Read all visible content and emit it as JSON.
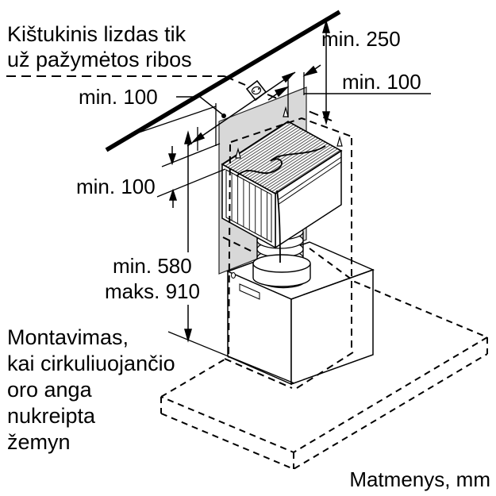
{
  "notes": {
    "socket_note": {
      "line1": "Kištukinis lizdas tik",
      "line2": "už pažymėtos ribos"
    },
    "mounting_note": {
      "line1": "Montavimas,",
      "line2": "kai cirkuliuojančio",
      "line3": "oro anga",
      "line4": "nukreipta",
      "line5": "žemyn"
    },
    "units_note": "Matmenys, mm"
  },
  "dimensions": {
    "ceiling_clearance": "min. 250",
    "side_clearance": "min. 100",
    "socket_boundary_clearance": "min. 100",
    "top_clearance": "min. 100",
    "chimney_height_min": "min. 580",
    "chimney_height_max": "maks. 910"
  },
  "icons": {
    "power_socket": "socket-outlet-icon"
  },
  "colors": {
    "line": "#000000",
    "panel_gray": "#d8d8d8",
    "background": "#ffffff"
  }
}
